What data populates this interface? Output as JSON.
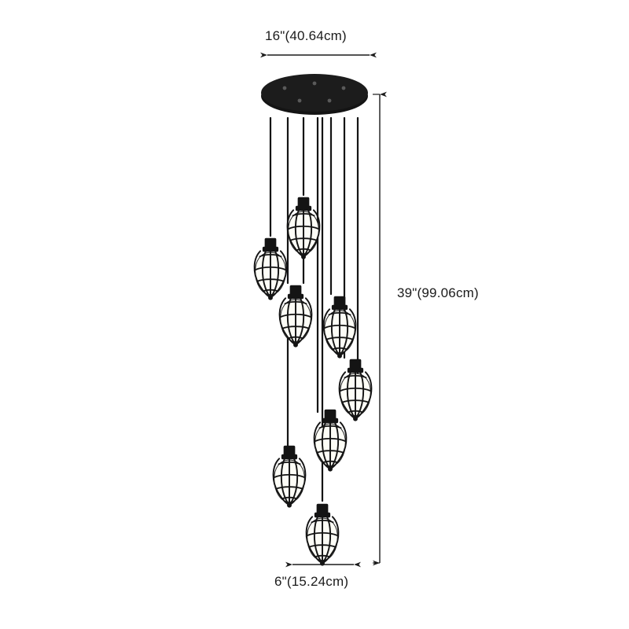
{
  "diagram": {
    "type": "product-dimension-diagram",
    "subject": "multi-light-cage-pendant-chandelier",
    "background_color": "#ffffff",
    "line_color": "#1b1b1b",
    "fixture_color": "#141414",
    "bulb_color": "#fdfdf6",
    "dimensions": {
      "width_top": {
        "label": "16\"(40.64cm)",
        "inches": 16,
        "centimeters": 40.64,
        "measures": "canopy-diameter"
      },
      "width_bottom": {
        "label": "6\"(15.24cm)",
        "inches": 6,
        "centimeters": 15.24,
        "measures": "shade-diameter"
      },
      "height": {
        "label": "39\"(99.06cm)",
        "inches": 39,
        "centimeters": 99.06,
        "measures": "overall-drop-height"
      }
    },
    "shade_count": 8
  }
}
